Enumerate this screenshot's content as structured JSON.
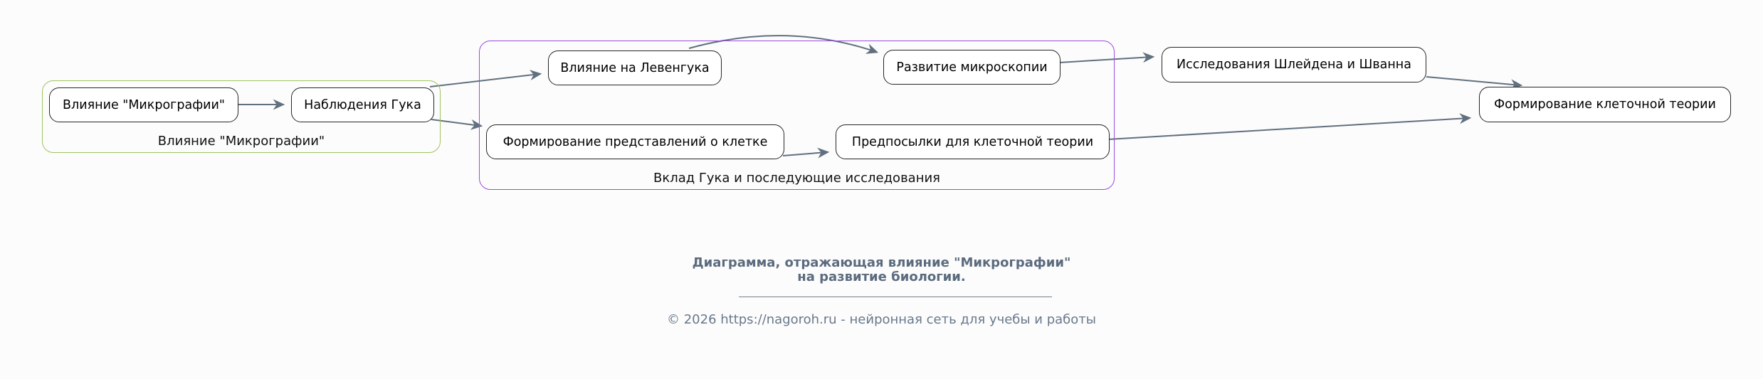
{
  "diagram": {
    "groups": [
      {
        "id": "micrographia",
        "label": "Влияние \"Микрографии\"",
        "border_color": "#9ec45e"
      },
      {
        "id": "hooke_contribution",
        "label": "Вклад Гука и последующие исследования",
        "border_color": "#9c4ce1"
      }
    ],
    "nodes": [
      {
        "id": "micrographia_influence",
        "label": "Влияние \"Микрографии\""
      },
      {
        "id": "hooke_observations",
        "label": "Наблюдения Гука"
      },
      {
        "id": "leeuwenhoek_influence",
        "label": "Влияние на Левенгука"
      },
      {
        "id": "microscopy_development",
        "label": "Развитие микроскопии"
      },
      {
        "id": "cell_concepts_formation",
        "label": "Формирование представлений о клетке"
      },
      {
        "id": "cell_theory_prerequisites",
        "label": "Предпосылки для клеточной теории"
      },
      {
        "id": "schleiden_schwann_research",
        "label": "Исследования Шлейдена и Шванна"
      },
      {
        "id": "cell_theory_formation",
        "label": "Формирование клеточной теории"
      }
    ],
    "edges": [
      {
        "from": "Влияние \"Микрографии\"",
        "to": "Наблюдения Гука"
      },
      {
        "from": "Наблюдения Гука",
        "to": "Влияние на Левенгука"
      },
      {
        "from": "Наблюдения Гука",
        "to": "Формирование представлений о клетке"
      },
      {
        "from": "Влияние на Левенгука",
        "to": "Развитие микроскопии"
      },
      {
        "from": "Формирование представлений о клетке",
        "to": "Предпосылки для клеточной теории"
      },
      {
        "from": "Развитие микроскопии",
        "to": "Исследования Шлейдена и Шванна"
      },
      {
        "from": "Исследования Шлейдена и Шванна",
        "to": "Формирование клеточной теории"
      },
      {
        "from": "Предпосылки для клеточной теории",
        "to": "Формирование клеточной теории"
      }
    ],
    "edge_color": "#61707f",
    "node_border_color": "#262626",
    "node_fill": "#ffffff"
  },
  "caption": {
    "title_line1": "Диаграмма, отражающая влияние \"Микрографии\"",
    "title_line2": "на развитие биологии.",
    "copyright": "© 2026 https://nagoroh.ru - нейронная сеть для учебы и работы",
    "title_color": "#5b6b7e",
    "copyright_color": "#68788c"
  }
}
